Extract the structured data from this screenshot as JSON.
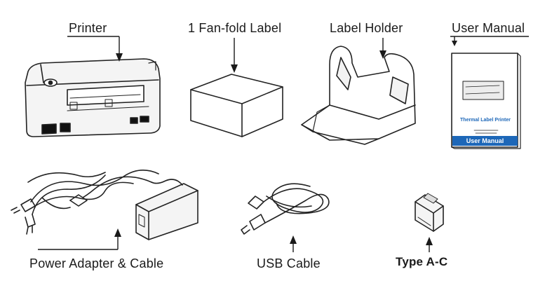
{
  "items": [
    {
      "id": "printer",
      "label": "Printer"
    },
    {
      "id": "fanfold",
      "label": "1 Fan-fold Label"
    },
    {
      "id": "holder",
      "label": "Label Holder"
    },
    {
      "id": "manual",
      "label": "User Manual"
    },
    {
      "id": "power",
      "label": "Power Adapter & Cable"
    },
    {
      "id": "usb",
      "label": "USB Cable"
    },
    {
      "id": "typec",
      "label": "Type A-C"
    }
  ],
  "manual_cover": {
    "title": "Thermal Label Printer",
    "band_text": "User Manual",
    "band_color": "#1d67b8"
  }
}
